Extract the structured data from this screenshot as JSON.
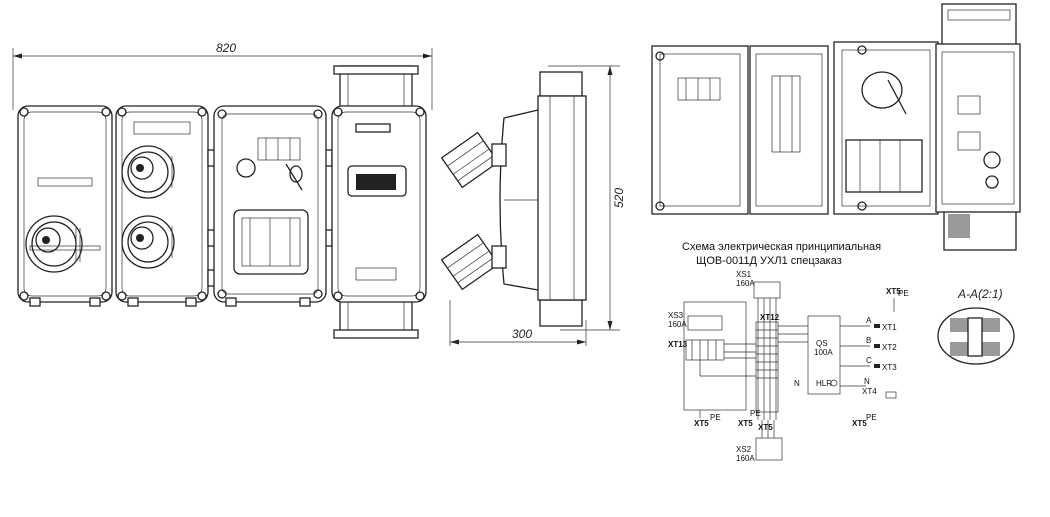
{
  "dimensions": {
    "width_total": "820",
    "height_side": "520",
    "depth_side": "300"
  },
  "schematic": {
    "title_line1": "Схема электрическая принципиальная",
    "title_line2": "ЩОВ-0011Д УХЛ1 спецзаказ",
    "xs1": {
      "name": "XS1",
      "rating": "160A"
    },
    "xs2": {
      "name": "XS2",
      "rating": "160A"
    },
    "xs3": {
      "name": "XS3",
      "rating": "160A"
    },
    "xt13": "XT13",
    "xt12": "XT12",
    "qs": {
      "name": "QS",
      "rating": "100A"
    },
    "hlr": "HLR",
    "xt1": "XT1",
    "xt2": "XT2",
    "xt3": "XT3",
    "xt4": "XT4",
    "xt5": "XT5",
    "pe": "PE",
    "n": "N",
    "a": "A",
    "b": "B",
    "c": "C"
  },
  "section": {
    "label": "А-А(2:1)"
  }
}
